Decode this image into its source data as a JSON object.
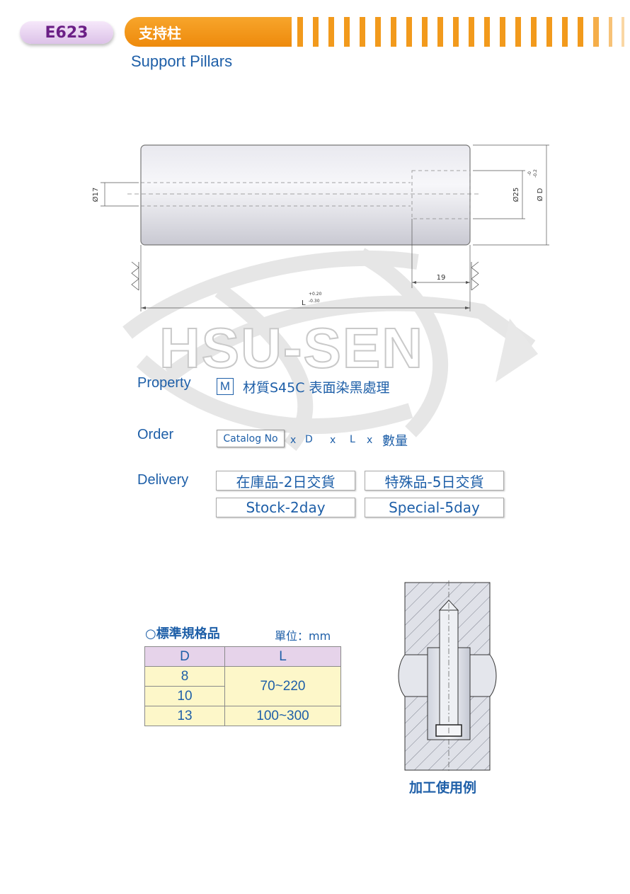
{
  "header": {
    "code": "E623",
    "title_zh": "支持柱",
    "title_en": "Support Pillars"
  },
  "drawing": {
    "dim_d17": "Ø17",
    "dim_d25": "Ø25",
    "dim_D": "Ø D",
    "tol_D_upper": "-0",
    "tol_D_lower": "-0.2",
    "dim_19": "19",
    "dim_L": "L",
    "tol_L_upper": "+0.20",
    "tol_L_lower": "-0.30"
  },
  "watermark": "HSU-SEN",
  "property": {
    "label": "Property",
    "material_code": "M",
    "text": "材質S45C  表面染黑處理"
  },
  "order": {
    "label": "Order",
    "catalog": "Catalog No",
    "x1": "x",
    "d": "D",
    "x2": "x",
    "l": "L",
    "x3": "x",
    "qty": "數量"
  },
  "delivery": {
    "label": "Delivery",
    "stock_zh": "在庫品-2日交貨",
    "special_zh": "特殊品-5日交貨",
    "stock_en": "Stock-2day",
    "special_en": "Special-5day"
  },
  "spec_table": {
    "title": "○標準規格品",
    "unit": "單位：mm",
    "headers": [
      "D",
      "L"
    ],
    "d_values": [
      "8",
      "10",
      "13"
    ],
    "l_values": [
      "70~220",
      "100~300"
    ]
  },
  "usage_caption": "加工使用例",
  "colors": {
    "accent_orange": "#f29a1c",
    "brand_purple": "#6b1f86",
    "text_blue": "#1e5fa8",
    "header_row": "#e6d3ea",
    "body_row": "#fdf7c9"
  }
}
